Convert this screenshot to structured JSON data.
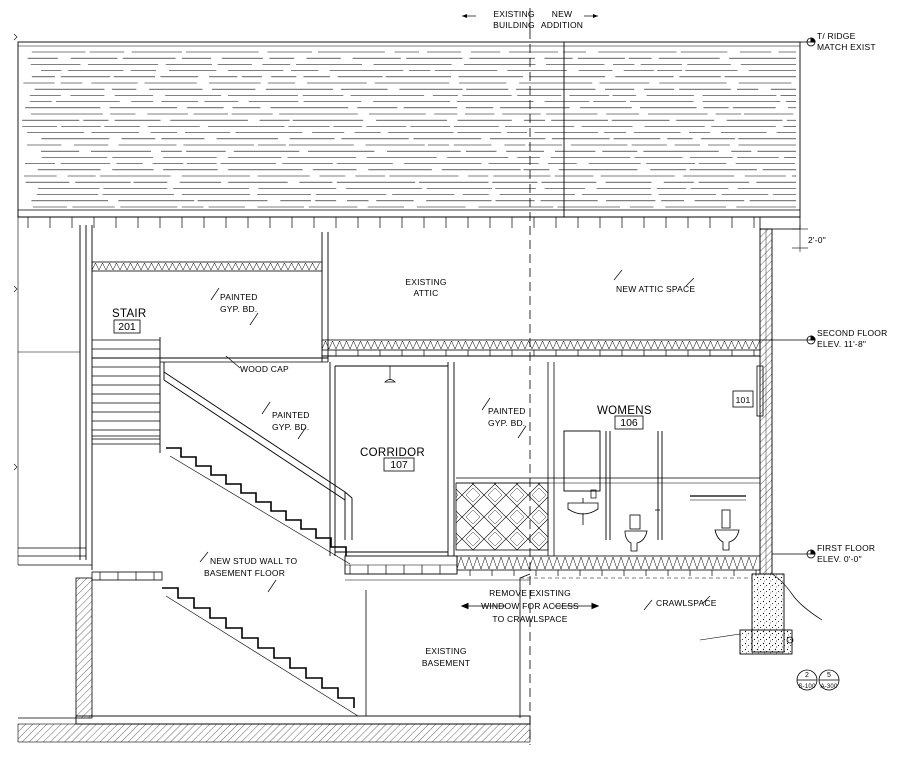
{
  "header": {
    "existing_top": "EXISTING",
    "existing_bottom": "BUILDING",
    "new_top": "NEW",
    "new_bottom": "ADDITION"
  },
  "elevations": {
    "ridge_line1": "T/ RIDGE",
    "ridge_line2": "MATCH EXIST",
    "dimension": "2'-0\"",
    "second_line1": "SECOND FLOOR",
    "second_line2": "ELEV. 11'-8\"",
    "first_line1": "FIRST FLOOR",
    "first_line2": "ELEV. 0'-0\""
  },
  "rooms": {
    "stair_name": "STAIR",
    "stair_number": "201",
    "corridor_name": "CORRIDOR",
    "corridor_number": "107",
    "womens_name": "WOMENS",
    "womens_number": "106",
    "tag_101": "101"
  },
  "notes": {
    "existing_attic_1": "EXISTING",
    "existing_attic_2": "ATTIC",
    "new_attic": "NEW ATTIC SPACE",
    "painted_1": "PAINTED",
    "gyp_1": "GYP. BD.",
    "wood_cap": "WOOD CAP",
    "painted_2": "PAINTED",
    "gyp_2": "GYP. BD.",
    "painted_3": "PAINTED",
    "gyp_3": "GYP. BD.",
    "stud_wall_1": "NEW STUD WALL TO",
    "stud_wall_2": "BASEMENT FLOOR",
    "remove_1": "REMOVE EXISTING",
    "remove_2": "WINDOW FOR ACCESS",
    "remove_3": "TO CRAWLSPACE",
    "crawlspace": "CRAWLSPACE",
    "basement_1": "EXISTING",
    "basement_2": "BASEMENT"
  },
  "section_tags": {
    "tag1_top": "2",
    "tag1_bottom": "S-100",
    "tag2_top": "5",
    "tag2_bottom": "A-300"
  }
}
